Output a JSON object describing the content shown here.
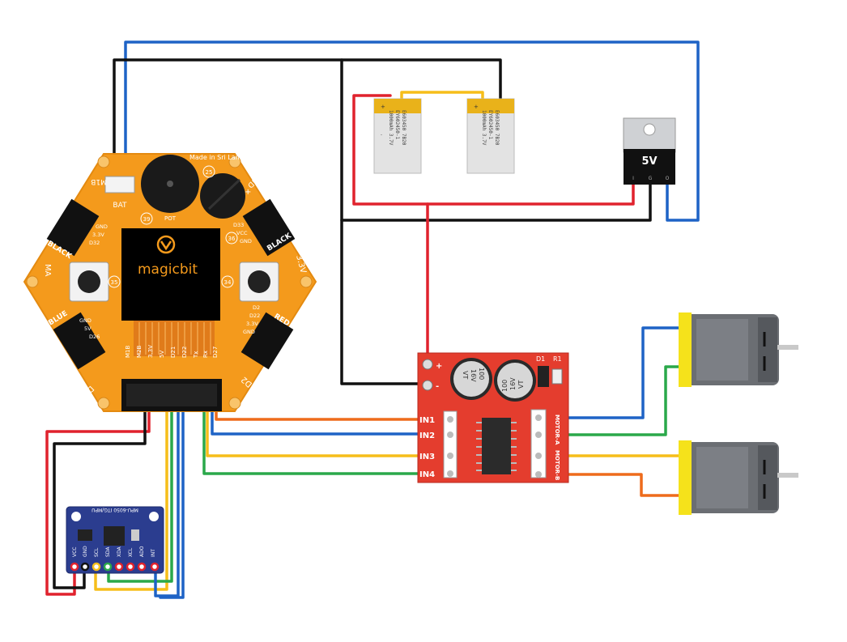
{
  "colors": {
    "wire_black": "#111111",
    "wire_blue": "#1e63c6",
    "wire_red": "#e0222d",
    "wire_yellow": "#f6be1a",
    "wire_orange": "#ee6b1c",
    "wire_green": "#2aa84a",
    "board_orange": "#f49a1c",
    "driver_red": "#e43d2e",
    "mpu_blue": "#2b3d8f",
    "battery_gold": "#e9b21a",
    "motor_gray": "#6b6e73",
    "motor_yellow": "#f5e21b"
  },
  "magicbit": {
    "logo": "magicbit",
    "made_in": "Made in Sri Lanka",
    "bat_label": "BAT",
    "m1b": "M1B",
    "ma_label": "MA",
    "gnd_corner": "GND",
    "v33_corner": "3.3V",
    "d4_label": "D4",
    "d2_label": "D2",
    "pot_label": "POT",
    "pin_25": "25",
    "pin_39": "39",
    "pin_36": "36",
    "pin_35": "35",
    "pin_34": "34",
    "black_left": "BLACK",
    "black_right": "BLACK",
    "blue_label": "BLUE",
    "red_label": "RED",
    "left_top_pins": [
      "GND",
      "3.3V",
      "D32"
    ],
    "left_bottom_pins": [
      "GND",
      "5V",
      "D26"
    ],
    "right_top_pins": [
      "D33",
      "VCC",
      "GND"
    ],
    "right_bottom_pins": [
      "D2",
      "D22",
      "3.3V",
      "GND"
    ],
    "header_pins": [
      "M1B",
      "M2B",
      "3.3V",
      "5V",
      "D21",
      "D22",
      "Tx",
      "Rx",
      "D27"
    ]
  },
  "batteries": [
    {
      "line1": "E603450 7B20",
      "line2": "EY602450-1",
      "line3": "1000mAh 3.7V"
    },
    {
      "line1": "E603450 7B20",
      "line2": "EY602450-1",
      "line3": "1000mAh 3.7V"
    }
  ],
  "regulator": {
    "label": "5V",
    "pins": [
      "I",
      "G",
      "O"
    ]
  },
  "driver": {
    "cap1": [
      "100",
      "16V",
      "VT"
    ],
    "cap2": [
      "100",
      "16V",
      "VT"
    ],
    "d1": "D1",
    "r1": "R1",
    "plus": "+",
    "minus": "-",
    "inputs": [
      "IN1",
      "IN2",
      "IN3",
      "IN4"
    ],
    "motor_a": "MOTOR-A",
    "motor_b": "MOTOR-B"
  },
  "mpu": {
    "title": "MPU-6050 ITG/MPU",
    "pins": [
      "VCC",
      "GND",
      "SCL",
      "SDA",
      "XDA",
      "XCL",
      "ADO",
      "INT"
    ]
  }
}
